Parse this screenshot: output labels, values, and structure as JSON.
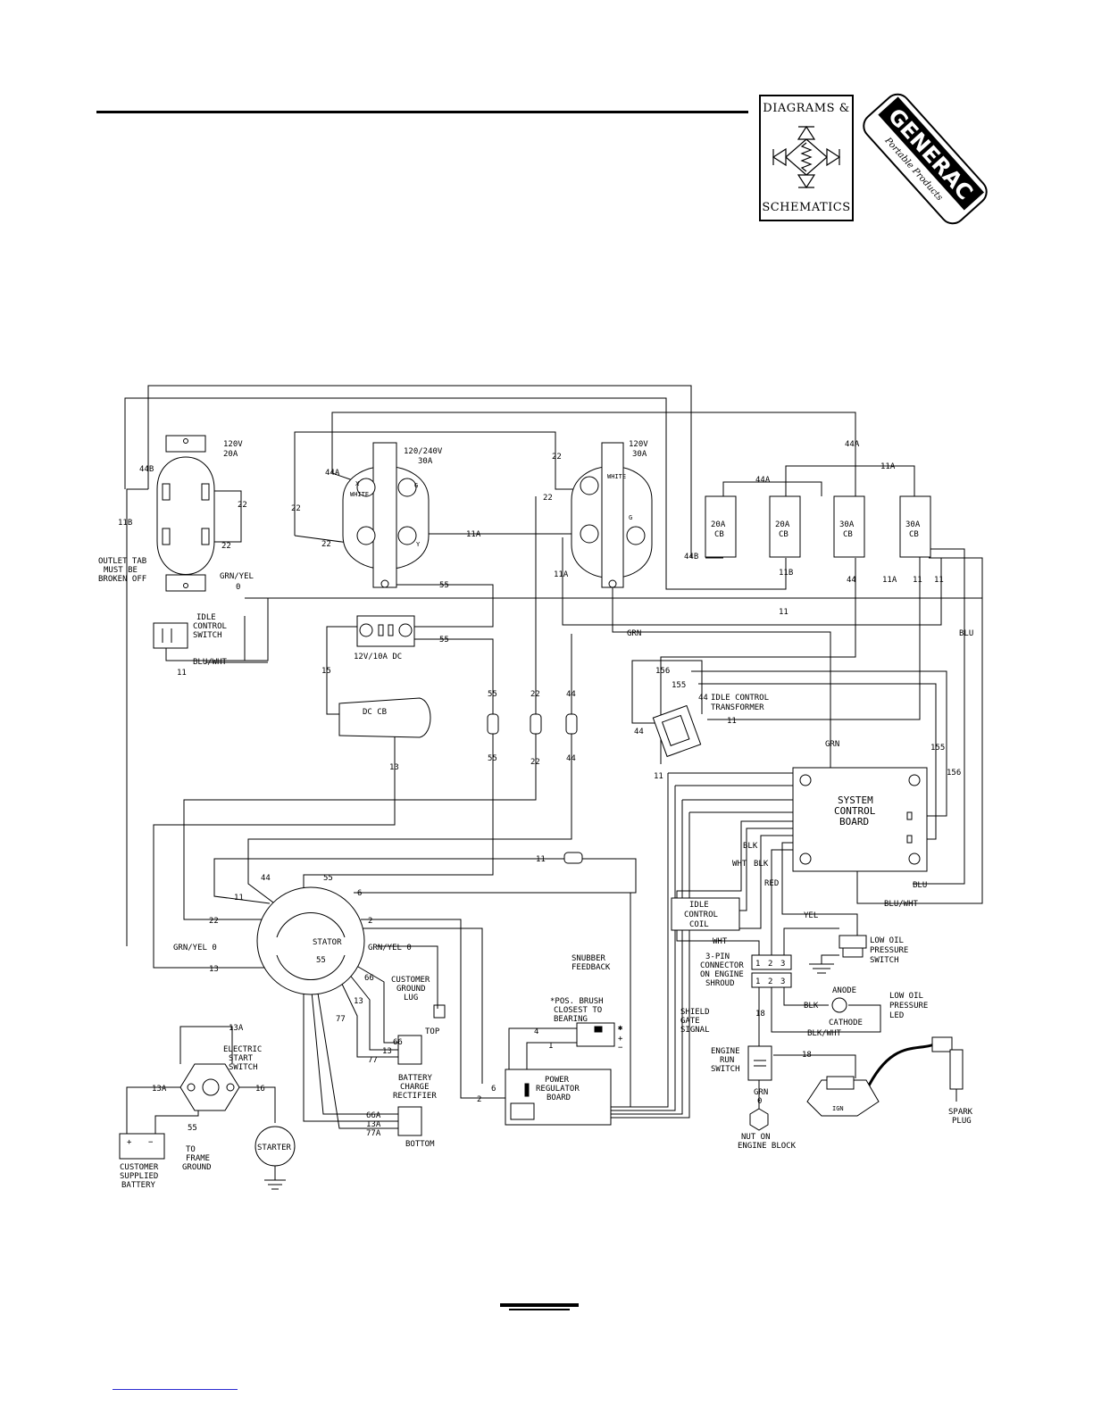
{
  "logo": {
    "top_text": "DIAGRAMS &",
    "bottom_text": "SCHEMATICS",
    "brand": "GENERAC",
    "brand_sub": "Portable Products"
  },
  "labels": {
    "recep120_20": [
      "120V",
      "20A"
    ],
    "recep240_30": [
      "120/240V",
      "30A"
    ],
    "recep120_30": [
      "120V",
      "30A"
    ],
    "cb1": [
      "20A",
      "CB"
    ],
    "cb2": [
      "20A",
      "CB"
    ],
    "cb3": [
      "30A",
      "CB"
    ],
    "cb4": [
      "30A",
      "CB"
    ],
    "outlet_tab": [
      "OUTLET TAB",
      "MUST BE",
      "BROKEN OFF"
    ],
    "idle_switch": [
      "IDLE",
      "CONTROL",
      "SWITCH"
    ],
    "dc_recep": "12V/10A DC",
    "dc_cb": "DC CB",
    "idle_transformer": [
      "IDLE CONTROL",
      "TRANSFORMER"
    ],
    "system_board": [
      "SYSTEM",
      "CONTROL",
      "BOARD"
    ],
    "stator": "STATOR",
    "customer_ground": [
      "CUSTOMER",
      "GROUND",
      "LUG"
    ],
    "idle_coil": [
      "IDLE",
      "CONTROL",
      "COIL"
    ],
    "low_oil_switch": [
      "LOW OIL",
      "PRESSURE",
      "SWITCH"
    ],
    "three_pin": [
      "3-PIN",
      "CONNECTOR",
      "ON ENGINE",
      "SHROUD"
    ],
    "snubber": [
      "SNUBBER",
      "FEEDBACK"
    ],
    "shield": [
      "SHIELD",
      "GATE",
      "SIGNAL"
    ],
    "brush": [
      "*POS. BRUSH",
      "CLOSEST TO",
      "BEARING"
    ],
    "power_reg": [
      "POWER",
      "REGULATOR",
      "BOARD"
    ],
    "anode": "ANODE",
    "cathode": "CATHODE",
    "low_oil_led": [
      "LOW OIL",
      "PRESSURE",
      "LED"
    ],
    "engine_run": [
      "ENGINE",
      "RUN",
      "SWITCH"
    ],
    "nut": [
      "NUT ON",
      "ENGINE BLOCK"
    ],
    "spark": [
      "SPARK",
      "PLUG"
    ],
    "ign": "IGN",
    "electric_start": [
      "ELECTRIC",
      "START",
      "SWITCH"
    ],
    "battery": [
      "CUSTOMER",
      "SUPPLIED",
      "BATTERY"
    ],
    "frame_ground": [
      "TO",
      "FRAME",
      "GROUND"
    ],
    "starter": "STARTER",
    "rectifier": [
      "BATTERY",
      "CHARGE",
      "RECTIFIER"
    ],
    "top": "TOP",
    "bottom": "BOTTOM",
    "white": "WHITE",
    "x": "X",
    "y": "Y",
    "g": "G"
  },
  "wires": {
    "w44b": "44B",
    "w11b": "11B",
    "w22": "22",
    "w44a": "44A",
    "w11a": "11A",
    "w55": "55",
    "w11": "11",
    "w44": "44",
    "w15": "15",
    "w13": "13",
    "w156": "156",
    "w155": "155",
    "w6": "6",
    "w2": "2",
    "w4": "4",
    "w1": "1",
    "w66": "66",
    "w77": "77",
    "w13a": "13A",
    "w16": "16",
    "w18": "18",
    "w66a": "66A",
    "w77a": "77A",
    "grnyel": "GRN/YEL",
    "grnyel0": "GRN/YEL 0",
    "zero": "0",
    "grn": "GRN",
    "blu": "BLU",
    "bluwht": "BLU/WHT",
    "blk": "BLK",
    "wht": "WHT",
    "red": "RED",
    "yel": "YEL",
    "blkwht": "BLK/WHT",
    "plus": "+",
    "minus": "−",
    "star": "✱",
    "p1": "1",
    "p2": "2",
    "p3": "3"
  }
}
